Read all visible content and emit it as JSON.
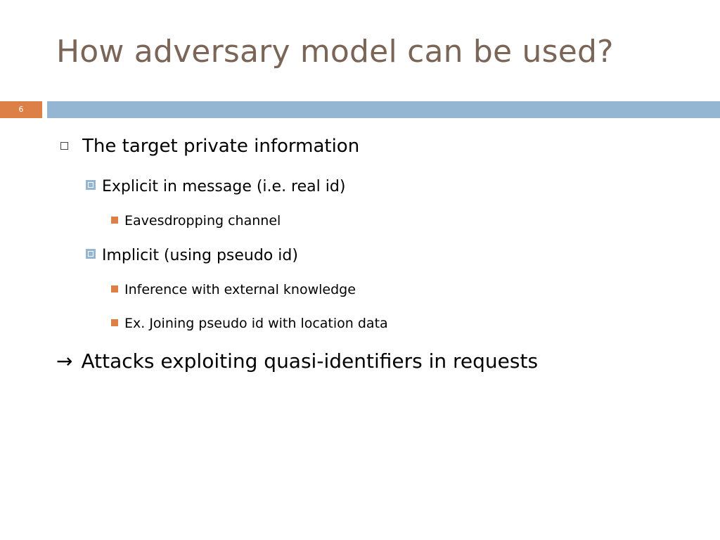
{
  "slide": {
    "title": "How adversary model can be used?",
    "number": "6",
    "colors": {
      "title": "#7a6557",
      "accent_orange": "#dd8047",
      "accent_blue": "#94b6d2"
    }
  },
  "bullets": [
    {
      "level": 1,
      "icon": "hollow-square-bullet-icon",
      "text": "The target private information"
    },
    {
      "level": 2,
      "icon": "framed-square-bullet-icon",
      "text": "Explicit in message (i.e. real id)"
    },
    {
      "level": 3,
      "icon": "filled-square-bullet-icon",
      "text": "Eavesdropping channel"
    },
    {
      "level": 2,
      "icon": "framed-square-bullet-icon",
      "text": "Implicit (using pseudo id)"
    },
    {
      "level": 3,
      "icon": "filled-square-bullet-icon",
      "text": "Inference with external knowledge"
    },
    {
      "level": 3,
      "icon": "filled-square-bullet-icon",
      "text": "Ex. Joining pseudo id with location data"
    }
  ],
  "conclusion": {
    "arrow": "→",
    "icon": "right-arrow-icon",
    "text": "Attacks exploiting quasi-identifiers in requests"
  }
}
